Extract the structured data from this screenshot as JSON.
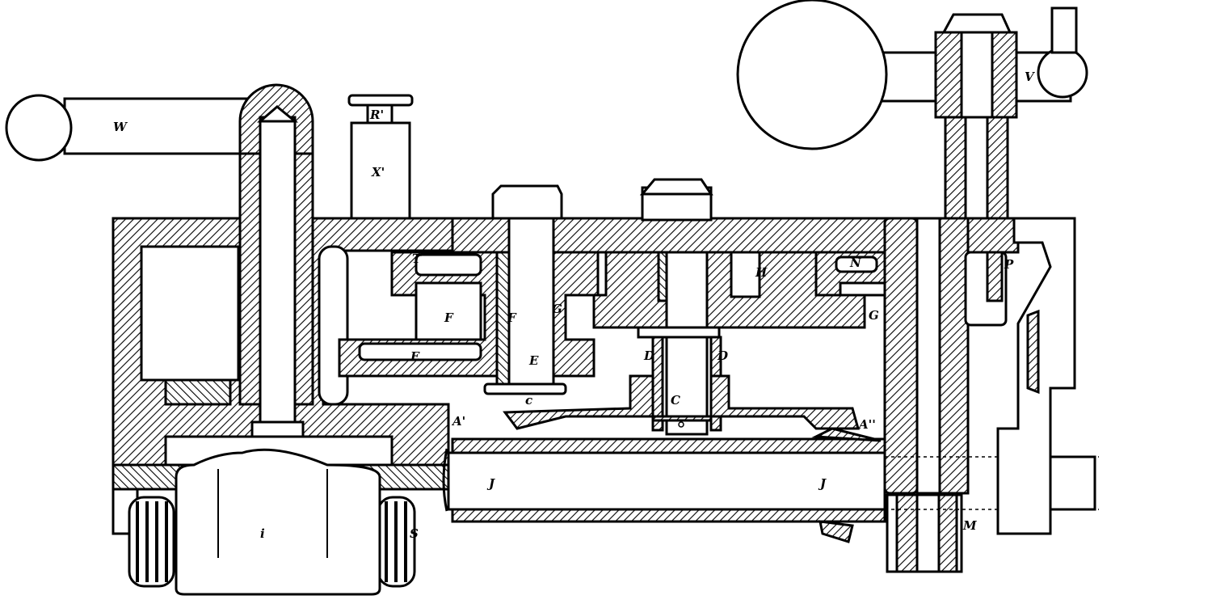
{
  "figure": {
    "type": "mechanical cross-section drawing",
    "labels": {
      "W": "W",
      "R1": "R'",
      "X1": "X'",
      "T": "T",
      "F_left": "F",
      "F_right": "F",
      "E_left": "E",
      "E_right": "E",
      "G_left": "G",
      "G_right": "G",
      "H": "H",
      "N": "N",
      "D_left": "D",
      "D_right": "D",
      "C_left": "c",
      "C_right": "C",
      "A1": "A'",
      "A2": "A''",
      "J_left": "J",
      "J_right": "J",
      "i": "i",
      "S": "S",
      "V": "V",
      "P": "P",
      "M": "M"
    }
  }
}
